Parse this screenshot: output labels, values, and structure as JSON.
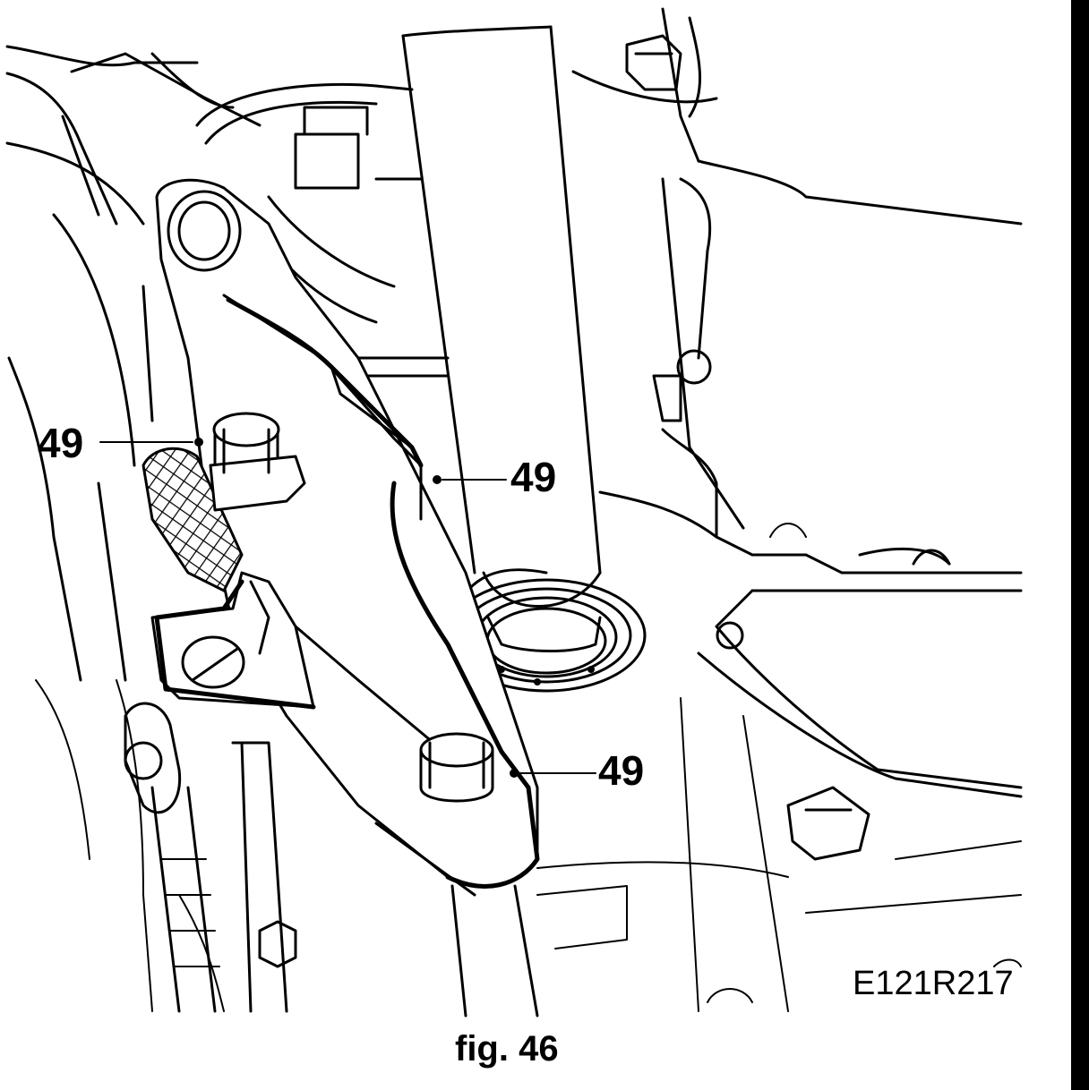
{
  "callouts": {
    "left": "49",
    "center": "49",
    "bottom": "49"
  },
  "reference_code": "E121R217",
  "figure_caption": "fig. 46",
  "colors": {
    "ink": "#000000",
    "paper": "#ffffff"
  }
}
